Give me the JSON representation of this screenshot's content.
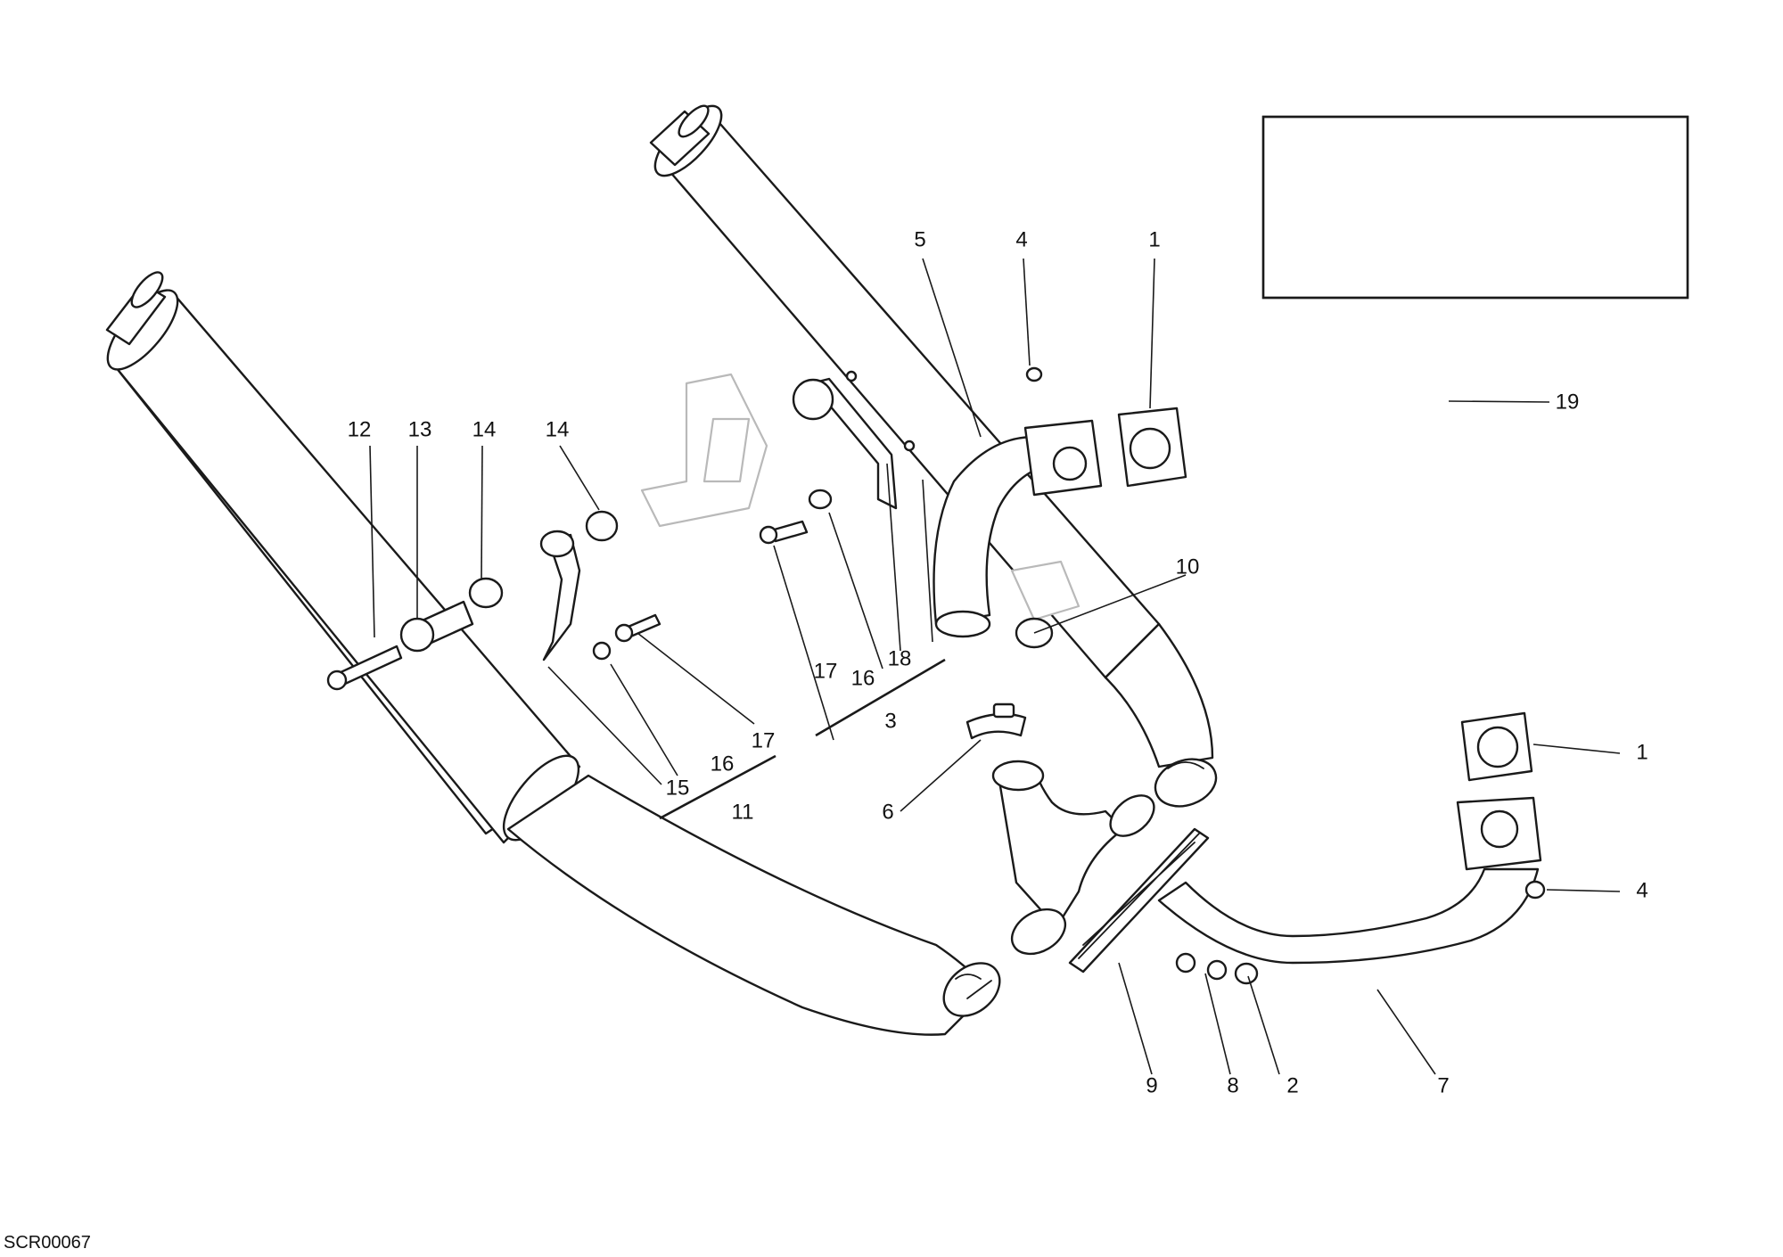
{
  "drawing_code": "SCR00067",
  "callouts": [
    {
      "id": "c1a",
      "text": "1"
    },
    {
      "id": "c1b",
      "text": "1"
    },
    {
      "id": "c2",
      "text": "2"
    },
    {
      "id": "c3",
      "text": "3"
    },
    {
      "id": "c4a",
      "text": "4"
    },
    {
      "id": "c4b",
      "text": "4"
    },
    {
      "id": "c5",
      "text": "5"
    },
    {
      "id": "c6",
      "text": "6"
    },
    {
      "id": "c7",
      "text": "7"
    },
    {
      "id": "c8",
      "text": "8"
    },
    {
      "id": "c9",
      "text": "9"
    },
    {
      "id": "c10",
      "text": "10"
    },
    {
      "id": "c11",
      "text": "11"
    },
    {
      "id": "c12",
      "text": "12"
    },
    {
      "id": "c13",
      "text": "13"
    },
    {
      "id": "c14a",
      "text": "14"
    },
    {
      "id": "c14b",
      "text": "14"
    },
    {
      "id": "c15",
      "text": "15"
    },
    {
      "id": "c16a",
      "text": "16"
    },
    {
      "id": "c16b",
      "text": "16"
    },
    {
      "id": "c17a",
      "text": "17"
    },
    {
      "id": "c17b",
      "text": "17"
    },
    {
      "id": "c18",
      "text": "18"
    },
    {
      "id": "c19",
      "text": "19"
    }
  ]
}
